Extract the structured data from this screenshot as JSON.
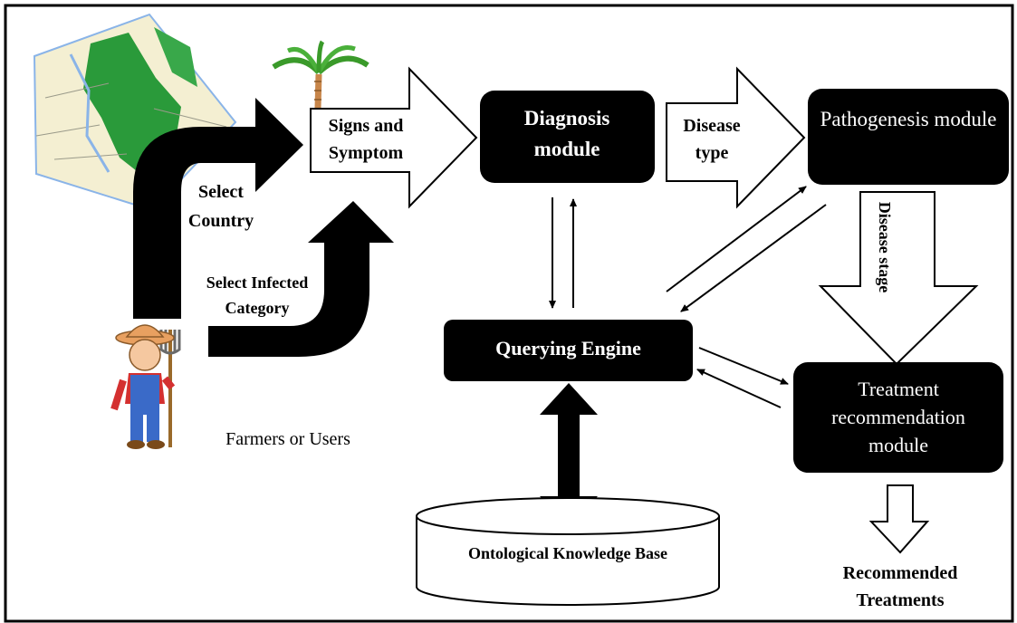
{
  "labels": {
    "signs_symptom": "Signs and Symptom",
    "diagnosis_module": "Diagnosis module",
    "disease_type": "Disease type",
    "pathogenesis_module": "Pathogenesis module",
    "select_country": "Select Country",
    "select_infected_category": "Select Infected Category",
    "querying_engine": "Querying Engine",
    "disease_stage": "Disease stage",
    "treatment_recommendation_module": "Treatment recommendation module",
    "farmers_or_users": "Farmers or Users",
    "ontological_knowledge_base": "Ontological Knowledge Base",
    "recommended_treatments": "Recommended Treatments"
  },
  "icons": {
    "map": "map-icon",
    "palm_tree": "palm-tree-icon",
    "farmer": "farmer-icon"
  },
  "colors": {
    "box_fill": "#000000",
    "map_green": "#2a9a3a",
    "map_water": "#8ab4e8"
  }
}
